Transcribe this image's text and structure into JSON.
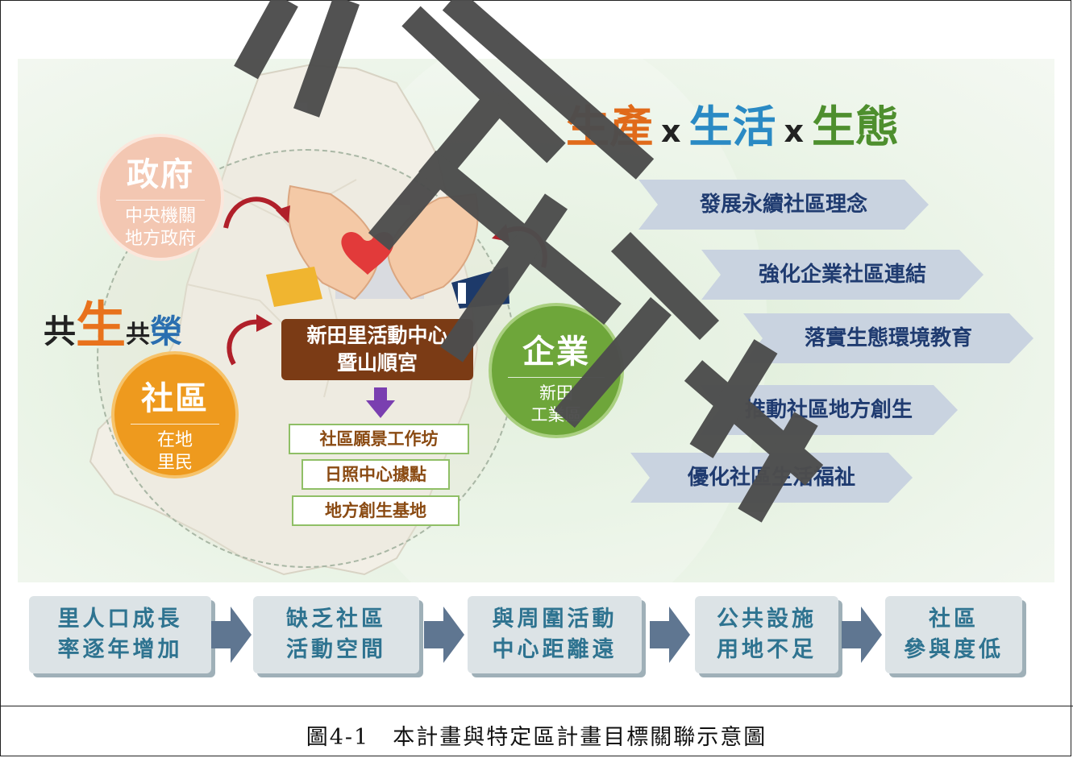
{
  "diagram": {
    "headline": {
      "part1": "生產",
      "x1": "x",
      "part2": "生活",
      "x2": "x",
      "part3": "生態"
    },
    "slogan": {
      "c1": "共",
      "c2": "生",
      "c3": "共",
      "c4": "榮"
    },
    "government": {
      "title": "政府",
      "line1": "中央機關",
      "line2": "地方政府"
    },
    "community": {
      "title": "社區",
      "line1": "在地",
      "line2": "里民"
    },
    "enterprise": {
      "title": "企業",
      "line1": "新田",
      "line2": "工業區"
    },
    "center": {
      "line1": "新田里活動中心",
      "line2": "暨山順宮"
    },
    "functions": [
      "社區願景工作坊",
      "日照中心據點",
      "地方創生基地"
    ],
    "goals": [
      "發展永續社區理念",
      "強化企業社區連結",
      "落實生態環境教育",
      "推動社區地方創生",
      "優化社區生活福祉"
    ],
    "issues": [
      {
        "line1": "里人口成長",
        "line2": "率逐年增加"
      },
      {
        "line1": "缺乏社區",
        "line2": "活動空間"
      },
      {
        "line1": "與周圍活動",
        "line2": "中心距離遠"
      },
      {
        "line1": "公共設施",
        "line2": "用地不足"
      },
      {
        "line1": "社區",
        "line2": "參與度低"
      }
    ],
    "colors": {
      "orange": "#e06a1a",
      "blue": "#2a8ac4",
      "green": "#4e8f2e",
      "brown": "#7b3b15",
      "navy": "#1f3b70",
      "teal": "#2e7390",
      "gov": "#f3c7b2",
      "com": "#ee9a1e",
      "ent": "#6ea63a"
    }
  },
  "caption": "圖4-1　本計畫與特定區計畫目標關聯示意圖"
}
